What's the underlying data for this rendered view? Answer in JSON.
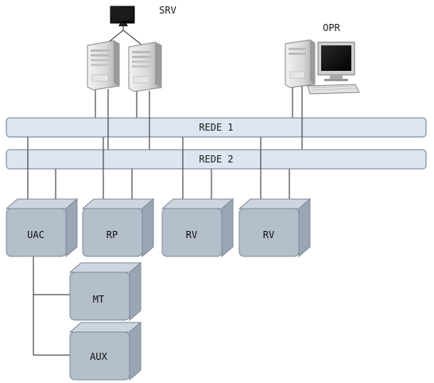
{
  "labels": {
    "srv": "SRV",
    "opr": "OPR"
  },
  "networks": {
    "rede1": "REDE 1",
    "rede2": "REDE 2"
  },
  "nodes": {
    "uac": "UAC",
    "rp": "RP",
    "rv1": "RV",
    "rv2": "RV",
    "mt": "MT",
    "aux": "AUX"
  },
  "colors": {
    "network_bar_fill": "#dde6f0",
    "network_bar_stroke": "#6b7a8c",
    "box_front": "#b4bfcc",
    "box_top": "#cdd5df",
    "box_side": "#9aa6b4",
    "box_stroke": "#7d8896"
  },
  "icons": {
    "server": "server-tower-icon",
    "monitor": "monitor-icon",
    "workstation": "workstation-icon"
  }
}
